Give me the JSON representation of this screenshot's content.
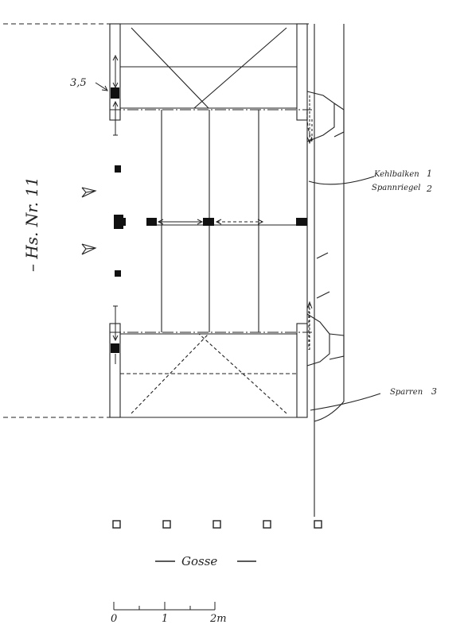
{
  "labels": {
    "house_number": "– Hs. Nr. 11",
    "dimension": "3,5",
    "kehlbalken": "Kehlbalken",
    "kehlbalken_ref": "1",
    "spannriegel": "Spannriegel",
    "spannriegel_ref": "2",
    "sparren": "Sparren",
    "sparren_ref": "3",
    "street": "Gosse",
    "scale_0": "0",
    "scale_1": "1",
    "scale_2": "2m"
  },
  "colors": {
    "ink": "#222222",
    "paper": "#ffffff"
  }
}
